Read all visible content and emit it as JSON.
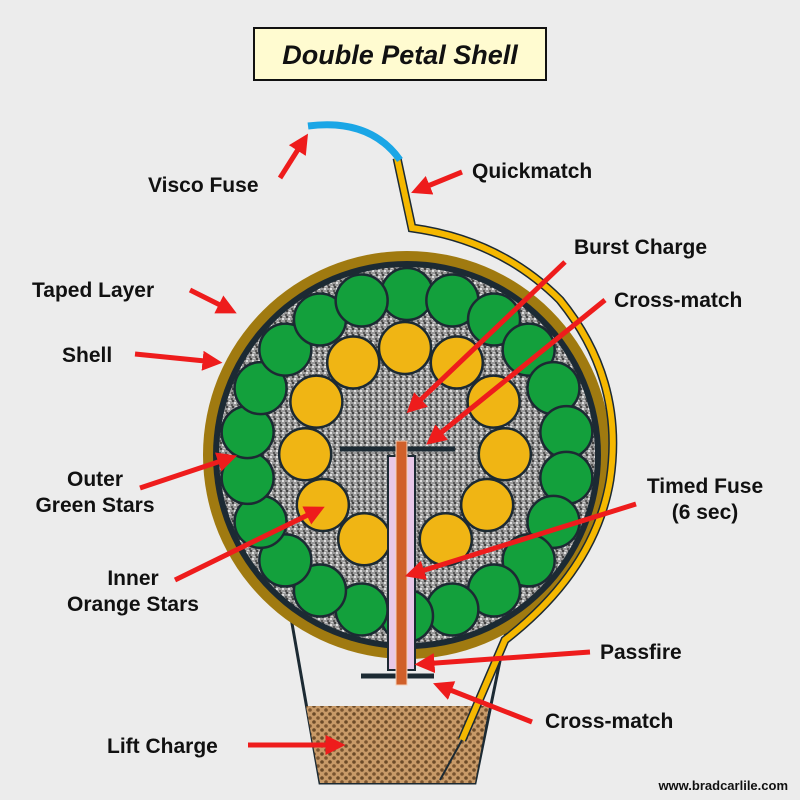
{
  "title": "Double Petal Shell",
  "labels": {
    "visco_fuse": "Visco Fuse",
    "quickmatch": "Quickmatch",
    "burst_charge": "Burst Charge",
    "cross_match_top": "Cross-match",
    "taped_layer": "Taped Layer",
    "shell": "Shell",
    "outer_green_1": "Outer",
    "outer_green_2": "Green Stars",
    "timed_fuse_1": "Timed Fuse",
    "timed_fuse_2": "(6 sec)",
    "inner_orange_1": "Inner",
    "inner_orange_2": "Orange Stars",
    "passfire": "Passfire",
    "cross_match_bottom": "Cross-match",
    "lift_charge": "Lift Charge"
  },
  "website": "www.bradcarlile.com",
  "colors": {
    "taped": "#a07a10",
    "shell": "#1c2a33",
    "green_star": "#13a03c",
    "orange_star": "#f0b514",
    "quickmatch": "#f5b800",
    "visco": "#1aa6e6",
    "fuse": "#d0602a",
    "passfire": "#e8c8e8",
    "arrow": "#ee1c1c",
    "lift": "#a87848"
  }
}
